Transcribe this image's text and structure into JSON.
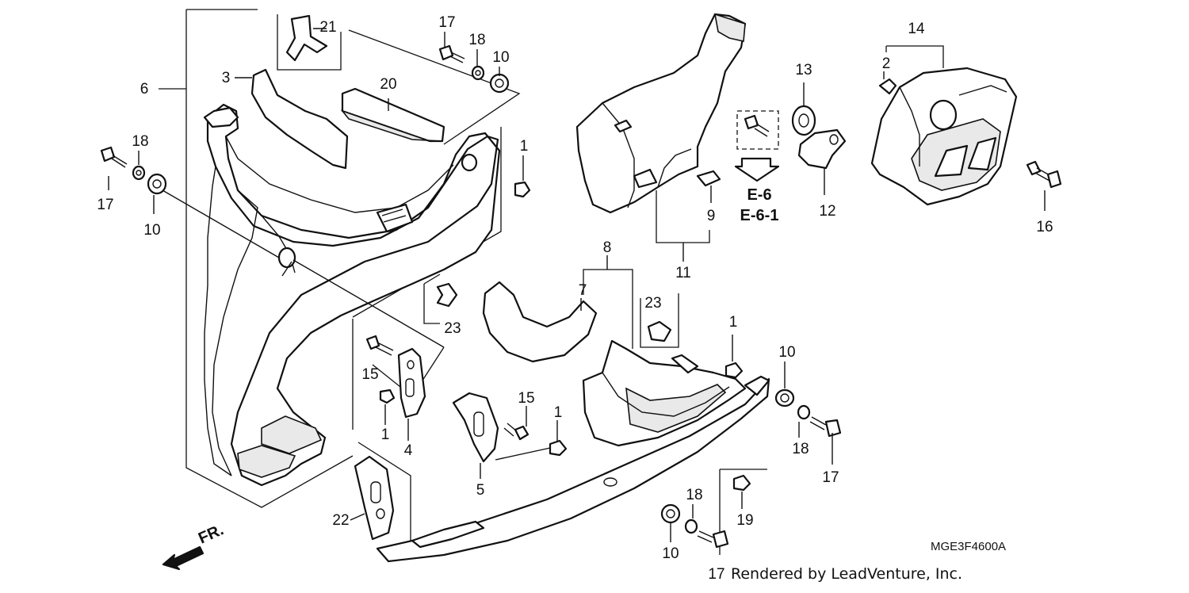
{
  "diagram": {
    "callouts": {
      "c1a": "1",
      "c1b": "1",
      "c1c": "1",
      "c1d": "1",
      "c2": "2",
      "c3": "3",
      "c4": "4",
      "c5": "5",
      "c6": "6",
      "c7": "7",
      "c8": "8",
      "c9": "9",
      "c10a": "10",
      "c10b": "10",
      "c10c": "10",
      "c10d": "10",
      "c11": "11",
      "c12": "12",
      "c13": "13",
      "c14": "14",
      "c15a": "15",
      "c15b": "15",
      "c16": "16",
      "c17a": "17",
      "c17b": "17",
      "c17c": "17",
      "c17d": "17",
      "c18a": "18",
      "c18b": "18",
      "c18c": "18",
      "c18d": "18",
      "c19": "19",
      "c20": "20",
      "c21": "21",
      "c22": "22",
      "c23a": "23",
      "c23b": "23"
    },
    "reference_lines": [
      "E-6",
      "E-6-1"
    ],
    "direction_label": "FR.",
    "diagram_code": "MGE3F4600A",
    "credit": "Rendered by LeadVenture, Inc."
  }
}
